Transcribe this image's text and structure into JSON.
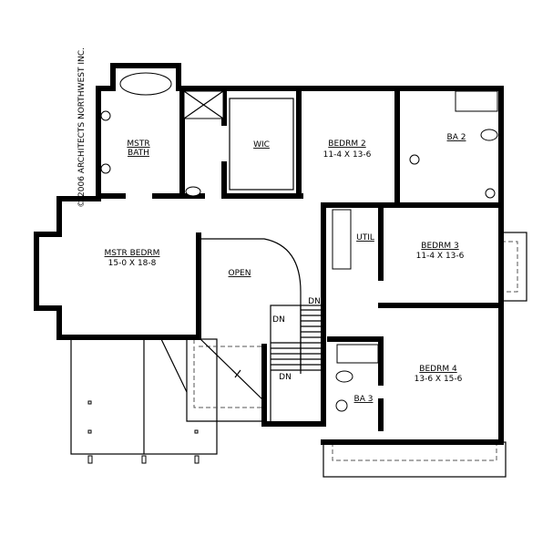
{
  "copyright": "© 2006 ARCHITECTS NORTHWEST INC.",
  "rooms": {
    "master_bath": {
      "name_line1": "MSTR",
      "name_line2": "BATH"
    },
    "wic": {
      "name": "WIC"
    },
    "bedroom2": {
      "name": "BEDRM 2",
      "size": "11-4 X 13-6"
    },
    "bath2": {
      "name": "BA 2"
    },
    "util": {
      "name": "UTIL"
    },
    "bedroom3": {
      "name": "BEDRM 3",
      "size": "11-4 X 13-6"
    },
    "master_bedroom": {
      "name": "MSTR BEDRM",
      "size": "15-0 X 18-8"
    },
    "open": {
      "name": "OPEN"
    },
    "bedroom4": {
      "name": "BEDRM 4",
      "size": "13-6 X 15-6"
    },
    "bath3": {
      "name": "BA 3"
    }
  },
  "stairs": {
    "down_labels": [
      "DN",
      "DN",
      "DN"
    ]
  }
}
